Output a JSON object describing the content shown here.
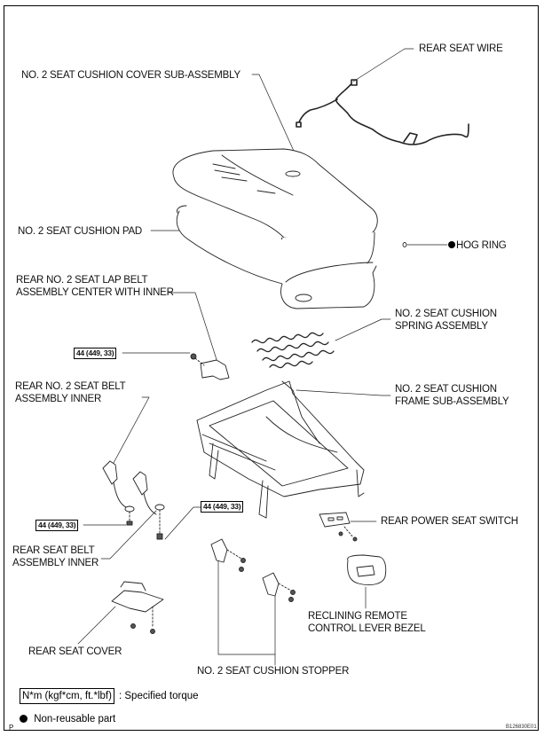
{
  "diagram": {
    "labels": {
      "rear_seat_wire": "REAR SEAT WIRE",
      "cushion_cover": "NO. 2 SEAT CUSHION COVER SUB-ASSEMBLY",
      "cushion_pad": "NO. 2 SEAT CUSHION PAD",
      "hog_ring": "HOG RING",
      "lap_belt_line1": "REAR NO. 2 SEAT LAP BELT",
      "lap_belt_line2": "ASSEMBLY CENTER WITH INNER",
      "spring_line1": "NO. 2 SEAT CUSHION",
      "spring_line2": "SPRING ASSEMBLY",
      "frame_line1": "NO. 2 SEAT CUSHION",
      "frame_line2": "FRAME SUB-ASSEMBLY",
      "belt_inner_a_line1": "REAR NO. 2 SEAT BELT",
      "belt_inner_a_line2": "ASSEMBLY INNER",
      "belt_inner_b_line1": "REAR SEAT BELT",
      "belt_inner_b_line2": "ASSEMBLY INNER",
      "power_switch": "REAR POWER SEAT SWITCH",
      "bezel_line1": "RECLINING REMOTE",
      "bezel_line2": "CONTROL LEVER BEZEL",
      "rear_seat_cover": "REAR SEAT COVER",
      "stopper": "NO. 2 SEAT CUSHION STOPPER"
    },
    "torque_specs": [
      "44 (449, 33)",
      "44 (449, 33)",
      "44 (449, 33)"
    ],
    "legend": {
      "torque_unit": "N*m (kgf*cm, ft.*lbf)",
      "torque_desc": ": Specified torque",
      "non_reusable": "Non-reusable part"
    },
    "footer": {
      "page_marker": "P",
      "figure_id": "B126830E01"
    }
  }
}
